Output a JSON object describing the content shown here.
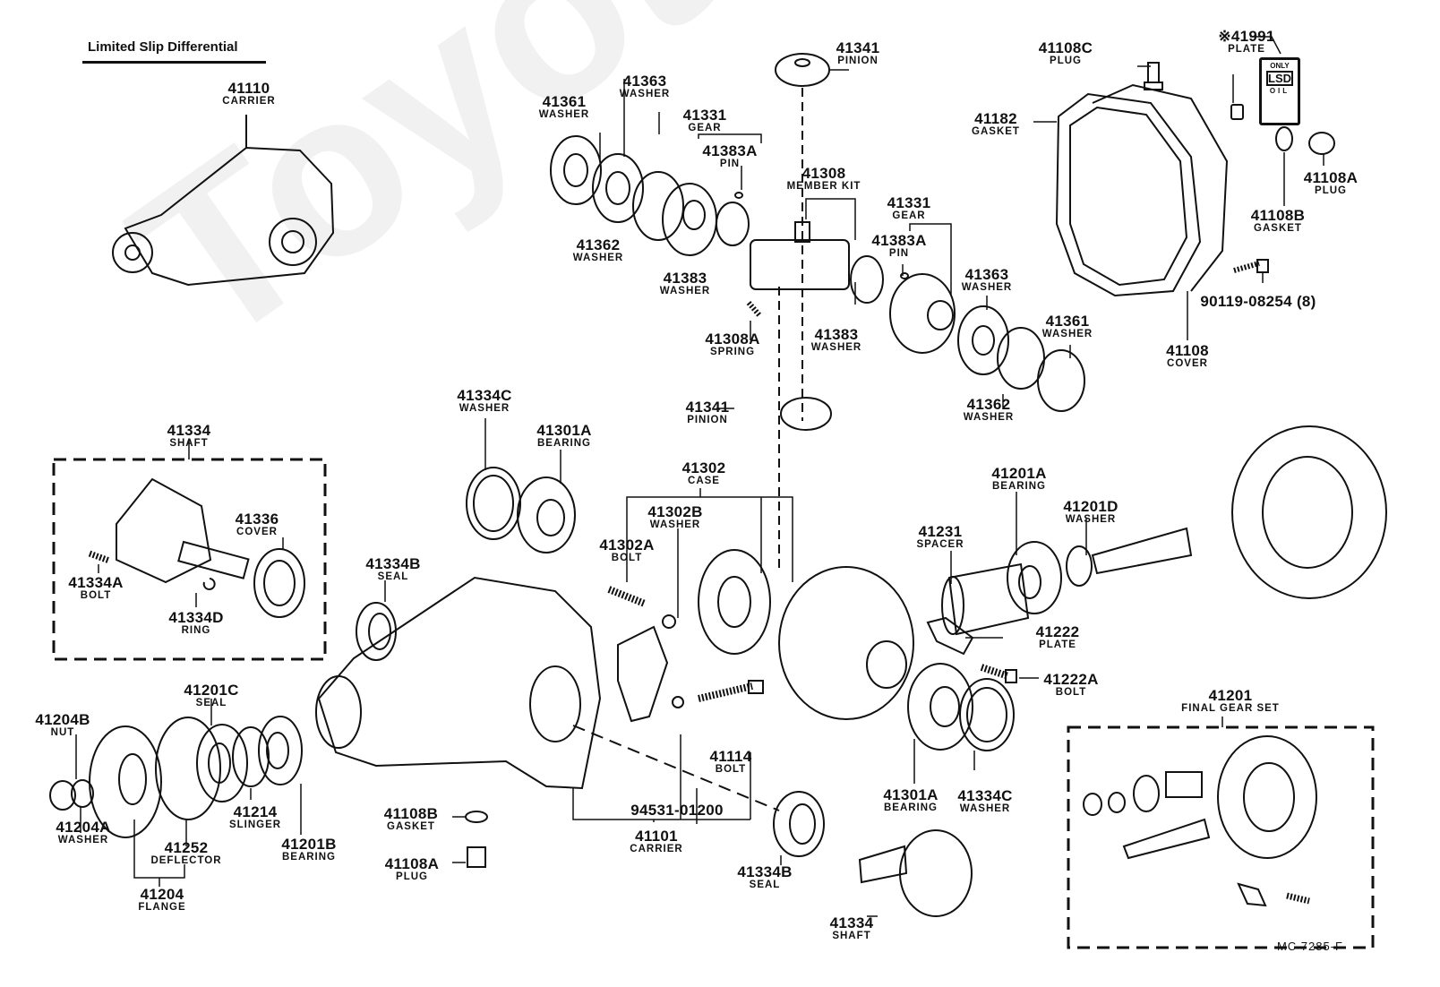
{
  "diagram": {
    "title": "Limited Slip Differential",
    "drawing_code": "MC 7285-F",
    "watermark": "ToyotaCarMania",
    "lsd_plate": {
      "top": "ONLY",
      "letters": "LSD",
      "bottom": "OIL"
    },
    "parts": [
      {
        "id": "p41110",
        "number": "41110",
        "name": "CARRIER"
      },
      {
        "id": "p41341a",
        "number": "41341",
        "name": "PINION"
      },
      {
        "id": "p41363a",
        "number": "41363",
        "name": "WASHER"
      },
      {
        "id": "p41361a",
        "number": "41361",
        "name": "WASHER"
      },
      {
        "id": "p41331a",
        "number": "41331",
        "name": "GEAR"
      },
      {
        "id": "p41383Aa",
        "number": "41383A",
        "name": "PIN"
      },
      {
        "id": "p41308",
        "number": "41308",
        "name": "MEMBER KIT"
      },
      {
        "id": "p41362a",
        "number": "41362",
        "name": "WASHER"
      },
      {
        "id": "p41383a",
        "number": "41383",
        "name": "WASHER"
      },
      {
        "id": "p41308A",
        "number": "41308A",
        "name": "SPRING"
      },
      {
        "id": "p41383b",
        "number": "41383",
        "name": "WASHER"
      },
      {
        "id": "p41331b",
        "number": "41331",
        "name": "GEAR"
      },
      {
        "id": "p41383Ab",
        "number": "41383A",
        "name": "PIN"
      },
      {
        "id": "p41363b",
        "number": "41363",
        "name": "WASHER"
      },
      {
        "id": "p41361b",
        "number": "41361",
        "name": "WASHER"
      },
      {
        "id": "p41362b",
        "number": "41362",
        "name": "WASHER"
      },
      {
        "id": "p41108C",
        "number": "41108C",
        "name": "PLUG"
      },
      {
        "id": "p41991",
        "number": "※41991",
        "name": "PLATE"
      },
      {
        "id": "p41182",
        "number": "41182",
        "name": "GASKET"
      },
      {
        "id": "p41108At",
        "number": "41108A",
        "name": "PLUG"
      },
      {
        "id": "p41108Bt",
        "number": "41108B",
        "name": "GASKET"
      },
      {
        "id": "p90119",
        "number": "90119-08254 (8)",
        "name": ""
      },
      {
        "id": "p41108",
        "number": "41108",
        "name": "COVER"
      },
      {
        "id": "p41334a",
        "number": "41334",
        "name": "SHAFT"
      },
      {
        "id": "p41336",
        "number": "41336",
        "name": "COVER"
      },
      {
        "id": "p41334A",
        "number": "41334A",
        "name": "BOLT"
      },
      {
        "id": "p41334D",
        "number": "41334D",
        "name": "RING"
      },
      {
        "id": "p41334Ca",
        "number": "41334C",
        "name": "WASHER"
      },
      {
        "id": "p41301Aa",
        "number": "41301A",
        "name": "BEARING"
      },
      {
        "id": "p41341b",
        "number": "41341",
        "name": "PINION"
      },
      {
        "id": "p41302",
        "number": "41302",
        "name": "CASE"
      },
      {
        "id": "p41302B",
        "number": "41302B",
        "name": "WASHER"
      },
      {
        "id": "p41302A",
        "number": "41302A",
        "name": "BOLT"
      },
      {
        "id": "p41334Ba",
        "number": "41334B",
        "name": "SEAL"
      },
      {
        "id": "p41201A",
        "number": "41201A",
        "name": "BEARING"
      },
      {
        "id": "p41201D",
        "number": "41201D",
        "name": "WASHER"
      },
      {
        "id": "p41231",
        "number": "41231",
        "name": "SPACER"
      },
      {
        "id": "p41222",
        "number": "41222",
        "name": "PLATE"
      },
      {
        "id": "p41222A",
        "number": "41222A",
        "name": "BOLT"
      },
      {
        "id": "p41201C",
        "number": "41201C",
        "name": "SEAL"
      },
      {
        "id": "p41204B",
        "number": "41204B",
        "name": "NUT"
      },
      {
        "id": "p41204A",
        "number": "41204A",
        "name": "WASHER"
      },
      {
        "id": "p41214",
        "number": "41214",
        "name": "SLINGER"
      },
      {
        "id": "p41252",
        "number": "41252",
        "name": "DEFLECTOR"
      },
      {
        "id": "p41201B",
        "number": "41201B",
        "name": "BEARING"
      },
      {
        "id": "p41204",
        "number": "41204",
        "name": "FLANGE"
      },
      {
        "id": "p41114",
        "number": "41114",
        "name": "BOLT"
      },
      {
        "id": "p94531",
        "number": "94531-01200",
        "name": ""
      },
      {
        "id": "p41101",
        "number": "41101",
        "name": "CARRIER"
      },
      {
        "id": "p41108Bb",
        "number": "41108B",
        "name": "GASKET"
      },
      {
        "id": "p41108Ab",
        "number": "41108A",
        "name": "PLUG"
      },
      {
        "id": "p41301Ab",
        "number": "41301A",
        "name": "BEARING"
      },
      {
        "id": "p41334Cb",
        "number": "41334C",
        "name": "WASHER"
      },
      {
        "id": "p41334Bb",
        "number": "41334B",
        "name": "SEAL"
      },
      {
        "id": "p41334b",
        "number": "41334",
        "name": "SHAFT"
      },
      {
        "id": "p41201",
        "number": "41201",
        "name": "FINAL GEAR SET"
      }
    ]
  }
}
